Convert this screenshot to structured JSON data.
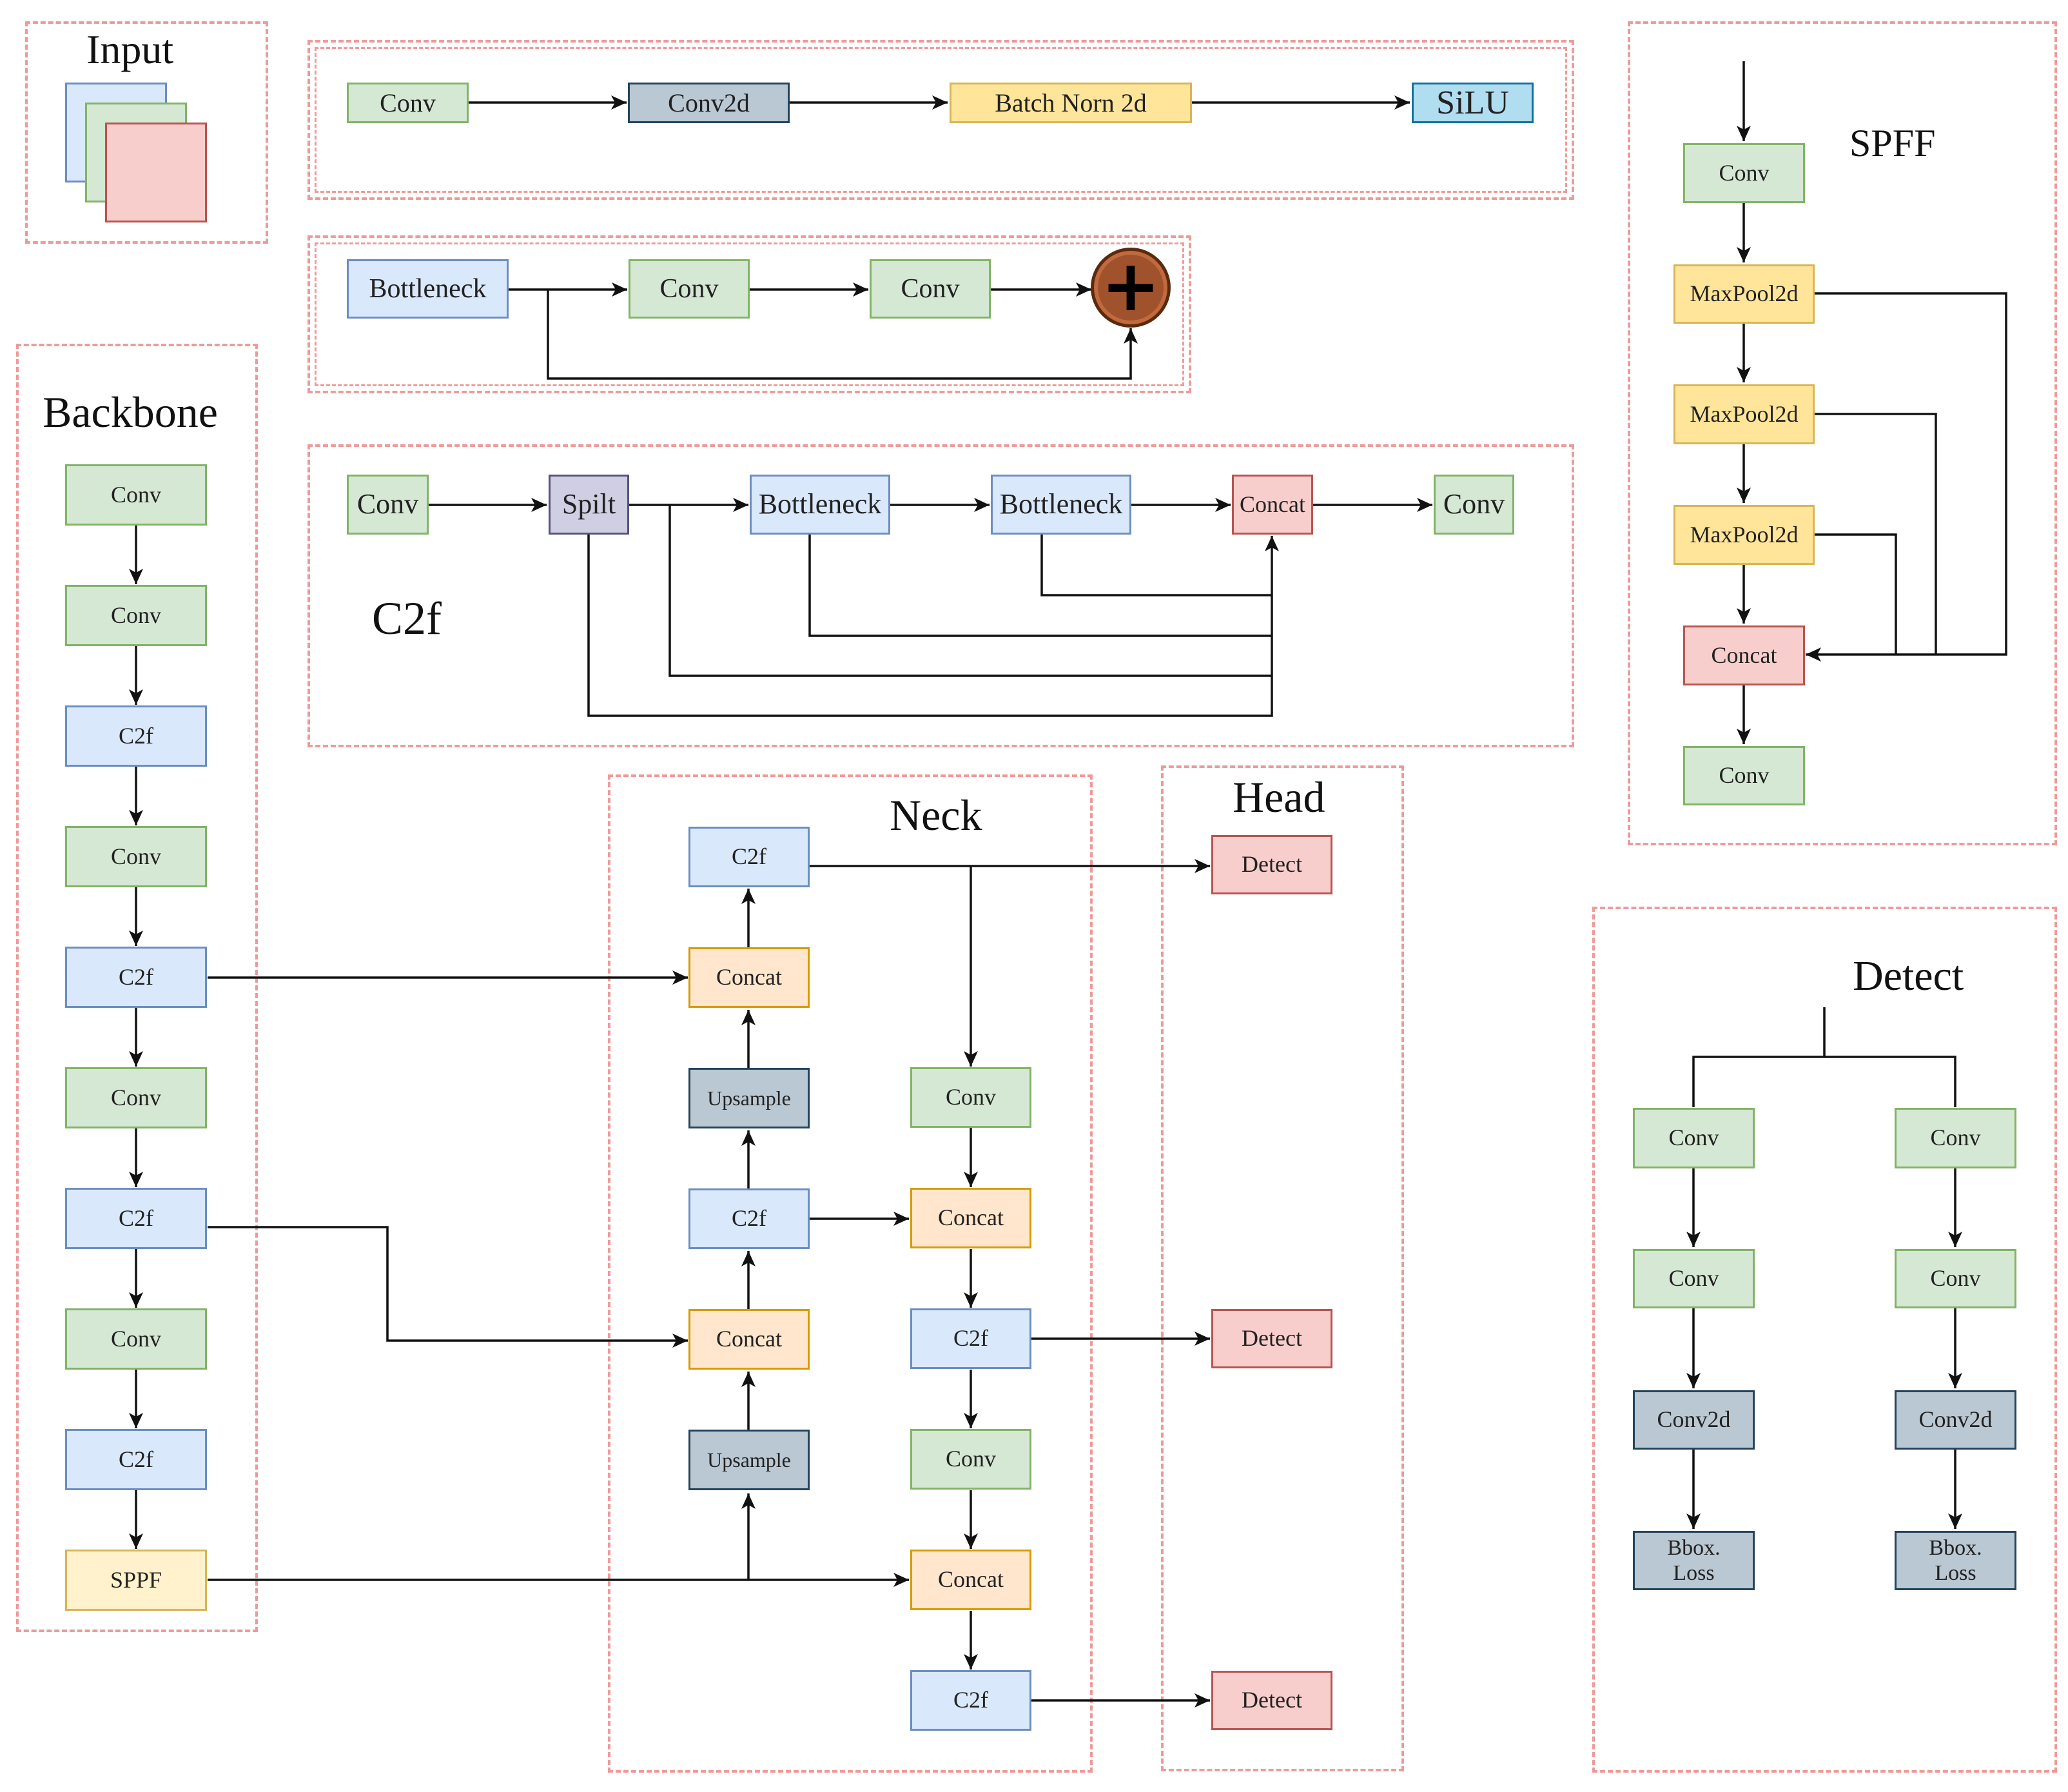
{
  "regions": {
    "input": "Input",
    "backbone": "Backbone",
    "neck": "Neck",
    "head": "Head",
    "c2f": "C2f",
    "spff": "SPFF",
    "detect": "Detect"
  },
  "conv_module": {
    "conv": "Conv",
    "conv2d": "Conv2d",
    "bn": "Batch Norn 2d",
    "act": "SiLU"
  },
  "bottleneck_module": {
    "bottleneck": "Bottleneck",
    "conv_a": "Conv",
    "conv_b": "Conv",
    "add_symbol": "+"
  },
  "c2f_module": {
    "conv_in": "Conv",
    "split": "Spilt",
    "bottleneck_1": "Bottleneck",
    "bottleneck_2": "Bottleneck",
    "concat": "Concat",
    "conv_out": "Conv"
  },
  "backbone": [
    "Conv",
    "Conv",
    "C2f",
    "Conv",
    "C2f",
    "Conv",
    "C2f",
    "Conv",
    "C2f",
    "SPPF"
  ],
  "neck": {
    "left": [
      "C2f",
      "Concat",
      "Upsample",
      "C2f",
      "Concat",
      "Upsample"
    ],
    "right": [
      "Conv",
      "Concat",
      "C2f",
      "Conv",
      "Concat",
      "C2f"
    ]
  },
  "head": [
    "Detect",
    "Detect",
    "Detect"
  ],
  "spff_module": {
    "conv_in": "Conv",
    "pool_1": "MaxPool2d",
    "pool_2": "MaxPool2d",
    "pool_3": "MaxPool2d",
    "concat": "Concat",
    "conv_out": "Conv"
  },
  "detect_module": {
    "left": [
      "Conv",
      "Conv",
      "Conv2d",
      "Bbox.\nLoss"
    ],
    "right": [
      "Conv",
      "Conv",
      "Conv2d",
      "Bbox.\nLoss"
    ]
  },
  "colors": {
    "conv": "#d5e8d4",
    "c2f": "#dae8fc",
    "sppf": "#fff2cc",
    "pool": "#ffe599",
    "concat": "#ffe6cc",
    "detect": "#f8cecc",
    "conv2d": "#bac8d3",
    "silu": "#b1ddf0",
    "split": "#d0cee2",
    "add": "#a0522d",
    "region_border": "#ef9a9a"
  }
}
